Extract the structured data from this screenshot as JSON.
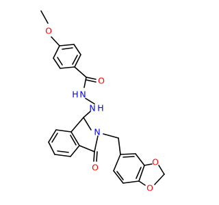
{
  "molecule": {
    "atom_labels": {
      "o_methoxy": "O",
      "o_carbonyl_amide": "O",
      "n_amide": "N",
      "h_amide": "H",
      "n_hydrazine": "N",
      "h_hydrazine": "H",
      "n_ring": "N",
      "o_lactam": "O",
      "o_dioxole_top": "O",
      "o_dioxole_bottom": "O"
    },
    "colors": {
      "carbon_bond": "#000000",
      "oxygen": "#ff0000",
      "nitrogen": "#0000ff"
    }
  }
}
